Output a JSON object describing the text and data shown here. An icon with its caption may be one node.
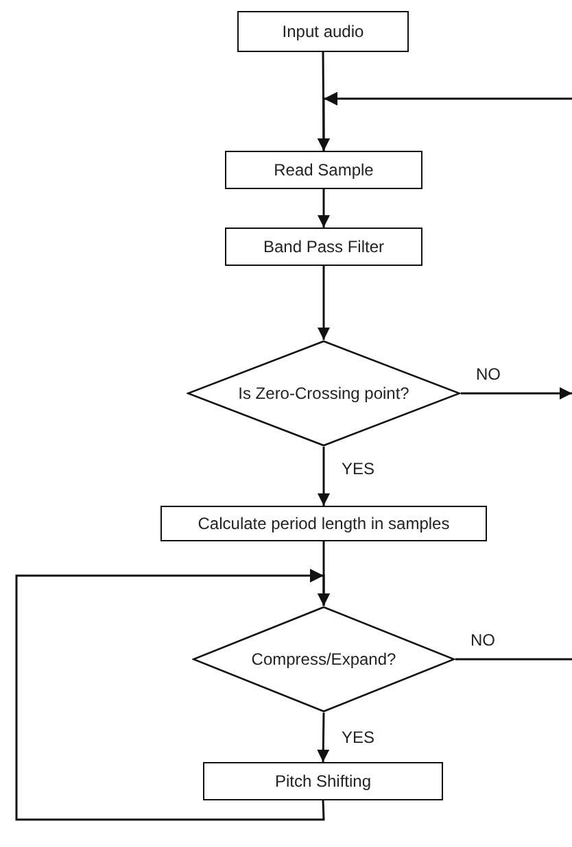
{
  "diagram": {
    "nodes": [
      {
        "text": [
          "Input audio"
        ]
      },
      {
        "text": [
          "Read Sample"
        ]
      },
      {
        "text": [
          "Band Pass Filter"
        ]
      },
      {
        "text": [
          "Is Zero-Crossing point?"
        ]
      },
      {
        "text": [
          "Calculate period length in samples"
        ]
      },
      {
        "text": [
          "Compress/Expand?"
        ]
      },
      {
        "text": [
          "Pitch Shifting"
        ]
      }
    ],
    "edges": [
      {
        "from": 0,
        "to": 1,
        "arrow": "to"
      },
      {
        "from": null,
        "to": 1,
        "arrow": "to"
      },
      {
        "from": 1,
        "to": 2,
        "arrow": "to"
      },
      {
        "from": 2,
        "to": 3,
        "arrow": "to"
      },
      {
        "from": 3,
        "to": 4,
        "arrow": "to",
        "label": "YES"
      },
      {
        "from": 3,
        "to": null,
        "arrow": "to",
        "label": "NO"
      },
      {
        "from": 4,
        "to": 5,
        "arrow": "to"
      },
      {
        "from": 5,
        "to": null,
        "arrow": "none",
        "label": "NO"
      },
      {
        "from": 5,
        "to": 6,
        "arrow": "to",
        "label": "YES"
      },
      {
        "from": 6,
        "to": 5,
        "arrow": "to"
      }
    ]
  }
}
